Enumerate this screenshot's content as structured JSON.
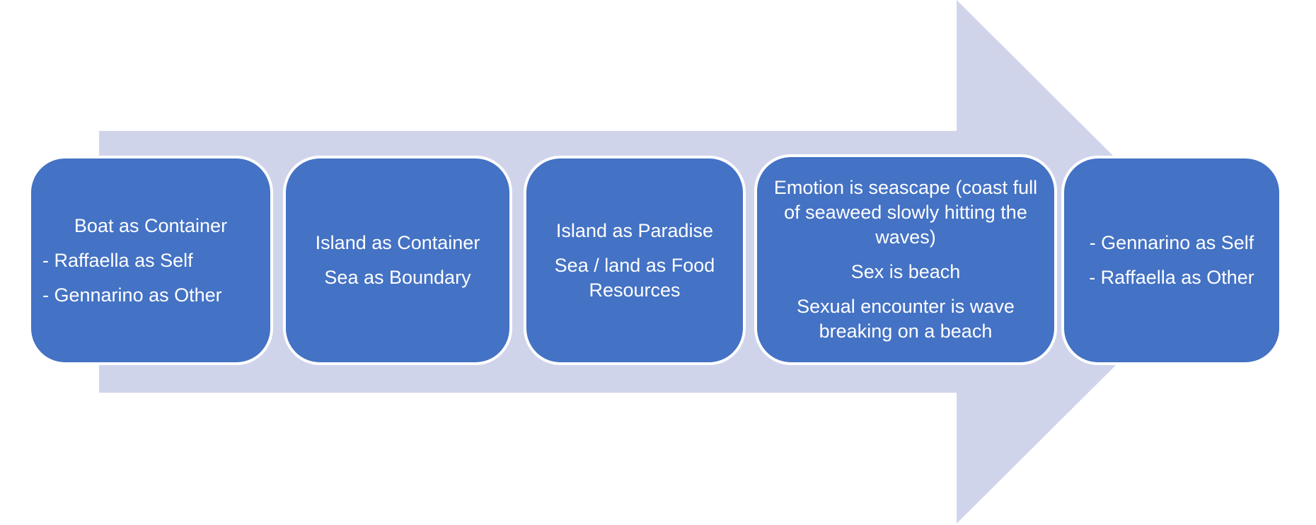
{
  "colors": {
    "arrow": "#d0d4eb",
    "box_fill": "#4472c4",
    "box_border": "#ffffff",
    "text": "#ffffff"
  },
  "steps": [
    {
      "lines": [
        {
          "text": "Boat as Container",
          "bullet": false
        },
        {
          "text": "- Raffaella as Self",
          "bullet": true
        },
        {
          "text": "- Gennarino as Other",
          "bullet": true
        }
      ]
    },
    {
      "lines": [
        {
          "text": "Island as Container",
          "bullet": false
        },
        {
          "text": "Sea as Boundary",
          "bullet": false
        }
      ]
    },
    {
      "lines": [
        {
          "text": "Island as Paradise",
          "bullet": false
        },
        {
          "text": "Sea / land as Food Resources",
          "bullet": false
        }
      ]
    },
    {
      "lines": [
        {
          "text": "Emotion is seascape (coast full of seaweed slowly hitting the waves)",
          "bullet": false
        },
        {
          "text": "Sex is beach",
          "bullet": false
        },
        {
          "text": "Sexual encounter is wave breaking on a beach",
          "bullet": false
        }
      ]
    },
    {
      "lines": [
        {
          "text": "- Gennarino as Self",
          "bullet": false
        },
        {
          "text": "- Raffaella as Other",
          "bullet": false
        }
      ]
    }
  ]
}
